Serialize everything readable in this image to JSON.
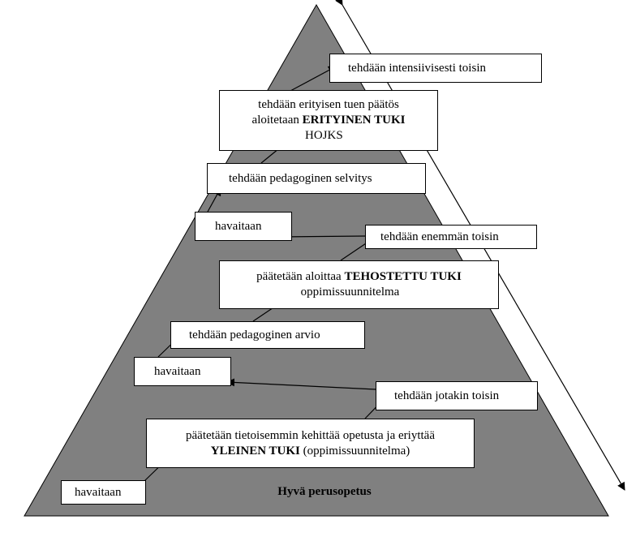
{
  "diagram": {
    "base_label": "Hyvä perusopetus",
    "boxes": {
      "intensiivisesti": "tehdään intensiivisesti toisin",
      "erityinen_line1": "tehdään erityisen tuen päätös",
      "erityinen_line2_pre": "aloitetaan ",
      "erityinen_line2_bold": "ERITYINEN TUKI",
      "erityinen_line3": "HOJKS",
      "selvitys": "tehdään pedagoginen selvitys",
      "havaitaan_top": "havaitaan",
      "enemman": "tehdään enemmän toisin",
      "tehostettu_line1_pre": "päätetään aloittaa ",
      "tehostettu_line1_bold": "TEHOSTETTU TUKI",
      "tehostettu_line2": "oppimissuunnitelma",
      "arvio": "tehdään pedagoginen arvio",
      "havaitaan_mid": "havaitaan",
      "jotakin": "tehdään jotakin toisin",
      "yleinen_line1": "päätetään tietoisemmin kehittää opetusta ja eriyttää",
      "yleinen_line2_bold": "YLEINEN TUKI",
      "yleinen_line2_post": " (oppimissuunnitelma)",
      "havaitaan_bottom": "havaitaan"
    },
    "colors": {
      "pyramid_fill": "#808080",
      "box_fill": "#ffffff",
      "line": "#000000"
    }
  }
}
